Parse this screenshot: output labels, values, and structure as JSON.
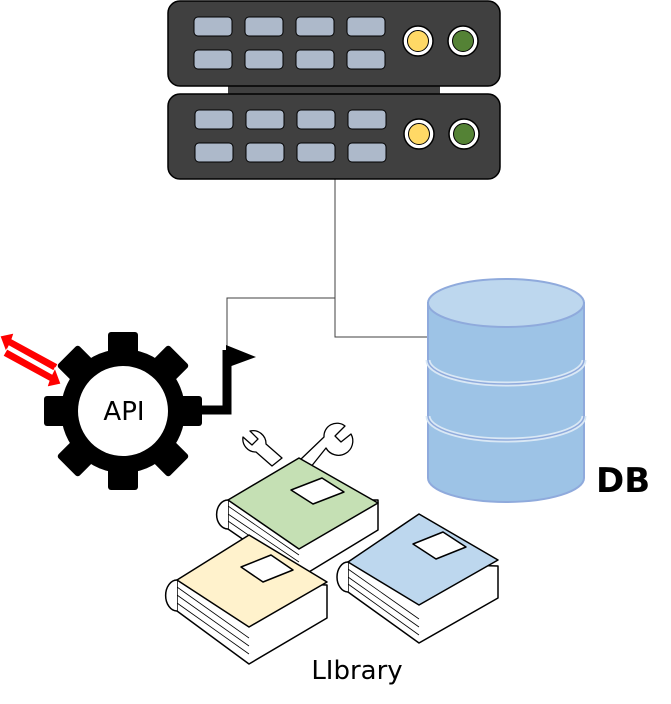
{
  "labels": {
    "api": "API",
    "db": "DB",
    "library": "LIbrary"
  },
  "colors": {
    "server_body": "#404040",
    "server_slot": "#adb9ca",
    "led_yellow": "#ffd966",
    "led_green": "#548235",
    "db_fill": "#9dc3e6",
    "db_top": "#bdd7ee",
    "db_stroke": "#8faadc",
    "book_green": "#c5e0b4",
    "book_yellow": "#fff2cc",
    "book_blue": "#bdd7ee",
    "arrow_red": "#ff0000",
    "gear": "#000000"
  },
  "icons": [
    "server-rack-icon",
    "gear-icon",
    "database-icon",
    "book-icon",
    "wrench-icon",
    "flag-icon"
  ]
}
